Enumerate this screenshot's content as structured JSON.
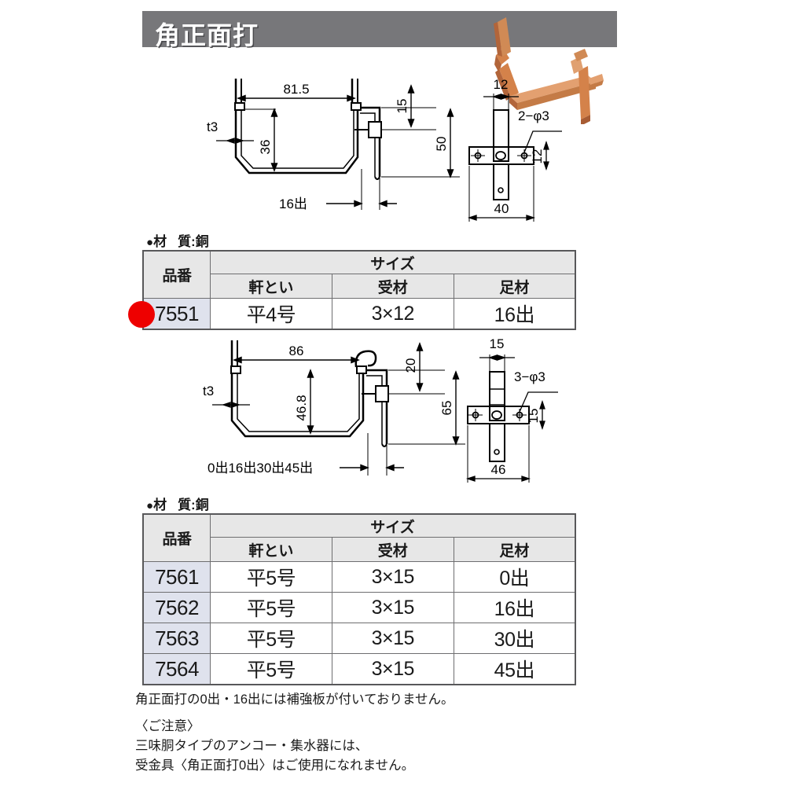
{
  "header": {
    "title": "角正面打",
    "banner_color": "#77777a"
  },
  "photo": {
    "name": "copper-gutter-bracket-photo",
    "copper_light": "#e8a878",
    "copper_mid": "#d4824a",
    "copper_dark": "#b2653a"
  },
  "drawing_1": {
    "name": "front-section-drawing-7551",
    "dims": {
      "width_top": "81.5",
      "thickness": "t3",
      "depth": "36",
      "plate_top": "15",
      "plate_height": "50",
      "projection": "16出"
    },
    "side_view": {
      "plate_width": "12",
      "holes": "2−φ3",
      "hole_spacing": "12",
      "base_width": "40"
    }
  },
  "drawing_2": {
    "name": "front-section-drawing-756x",
    "dims": {
      "width_top": "86",
      "thickness": "t3",
      "depth": "46.8",
      "plate_top": "20",
      "plate_height": "65",
      "projection": "0出16出30出45出"
    },
    "side_view": {
      "plate_width": "15",
      "holes": "3−φ3",
      "hole_spacing": "15",
      "base_width": "46"
    }
  },
  "material_label": {
    "bullet": "●",
    "key": "材",
    "value": "質:銅"
  },
  "table_1": {
    "headers": {
      "code": "品番",
      "size_group": "サイズ",
      "col1": "軒とい",
      "col2": "受材",
      "col3": "足材"
    },
    "rows": [
      {
        "code": "7551",
        "noki": "平4号",
        "uke": "3×12",
        "ashi": "16出",
        "marked": true
      }
    ]
  },
  "table_2": {
    "headers": {
      "code": "品番",
      "size_group": "サイズ",
      "col1": "軒とい",
      "col2": "受材",
      "col3": "足材"
    },
    "rows": [
      {
        "code": "7561",
        "noki": "平5号",
        "uke": "3×15",
        "ashi": "0出"
      },
      {
        "code": "7562",
        "noki": "平5号",
        "uke": "3×15",
        "ashi": "16出"
      },
      {
        "code": "7563",
        "noki": "平5号",
        "uke": "3×15",
        "ashi": "30出"
      },
      {
        "code": "7564",
        "noki": "平5号",
        "uke": "3×15",
        "ashi": "45出"
      }
    ]
  },
  "notes": {
    "footnote": "角正面打の0出・16出には補強板が付いておりません。",
    "notice_title": "〈ご注意〉",
    "notice_line1": "三味胴タイプのアンコー・集水器には、",
    "notice_line2": "受金具〈角正面打0出〉はご使用になれません。"
  },
  "colors": {
    "marker_red": "#ee0000",
    "header_gray": "#e7e7e7",
    "code_cell_blue": "#dfe2ed",
    "border_dark": "#58585a"
  }
}
